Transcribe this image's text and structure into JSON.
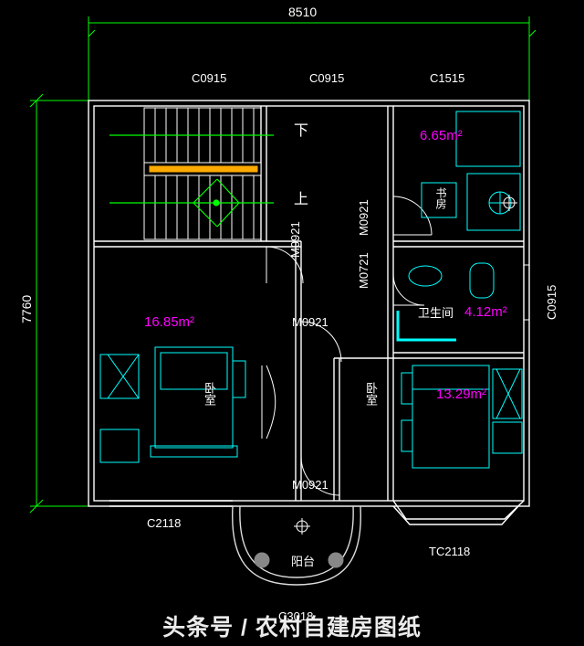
{
  "drawing": {
    "type": "architectural-floor-plan",
    "background_color": "#000000",
    "title_watermark": "头条号 / 农村自建房图纸",
    "dimensions": {
      "overall_width": "8510",
      "overall_height": "7760"
    },
    "windows": [
      {
        "tag": "C0915",
        "position": "top-left"
      },
      {
        "tag": "C0915",
        "position": "top-middle"
      },
      {
        "tag": "C1515",
        "position": "top-right"
      },
      {
        "tag": "C0915",
        "position": "right-side"
      },
      {
        "tag": "C2118",
        "position": "bottom-left"
      },
      {
        "tag": "TC2118",
        "position": "bottom-right"
      },
      {
        "tag": "C3018",
        "position": "bottom-center"
      }
    ],
    "doors": [
      {
        "tag": "M0921",
        "position": "study-room"
      },
      {
        "tag": "M0921",
        "position": "stair-hall"
      },
      {
        "tag": "M0721",
        "position": "bathroom"
      },
      {
        "tag": "M0921",
        "position": "center-hall"
      },
      {
        "tag": "M0921",
        "position": "bottom-hall"
      }
    ],
    "rooms": [
      {
        "name": "卧室",
        "area": "16.85m²",
        "position": "left"
      },
      {
        "name": "书房",
        "area": "6.65m²",
        "position": "top-right"
      },
      {
        "name": "卫生间",
        "area": "4.12m²",
        "position": "middle-right"
      },
      {
        "name": "卧室",
        "area": "13.29m²",
        "position": "bottom-right"
      },
      {
        "name": "阳台",
        "area": "",
        "position": "bottom-center"
      }
    ],
    "stairs": {
      "down_label": "下",
      "up_label": "上"
    },
    "colors": {
      "walls": "#ffffff",
      "dimension_lines": "#00ff00",
      "furniture": "#00ffff",
      "area_text": "#ff00ff",
      "text": "#ffffff"
    }
  }
}
